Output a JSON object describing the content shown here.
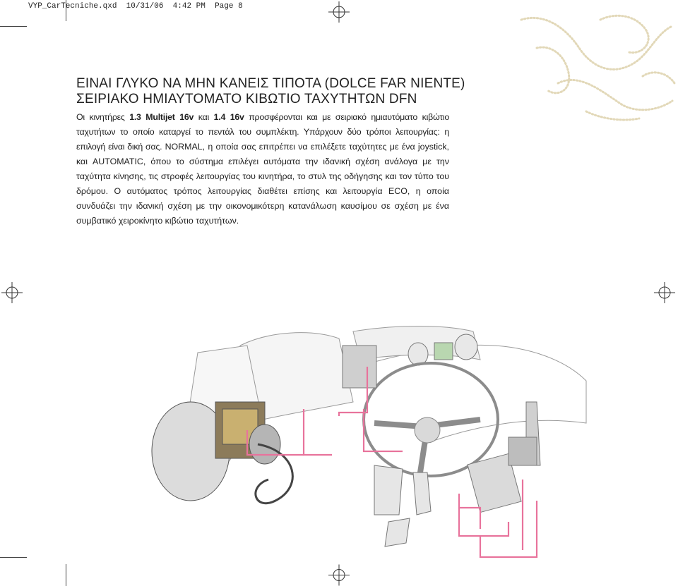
{
  "slug": {
    "file": "VYP_CarTecniche.qxd",
    "date": "10/31/06",
    "time": "4:42 PM",
    "page": "Page 8"
  },
  "heading": {
    "line1": "ΕΙΝΑΙ ΓΛΥΚΟ ΝΑ ΜΗΝ ΚΑΝΕΙΣ ΤΙΠΟΤΑ (DOLCE FAR NIENTE)",
    "line2": "ΣΕΙΡΙΑΚΟ ΗΜΙΑΥΤΟΜΑΤΟ ΚΙΒΩΤΙΟ ΤΑΧΥΤΗΤΩΝ DFN"
  },
  "body": {
    "p1_a": "Οι κινητήρες ",
    "p1_engine1": "1.3 Multijet 16v",
    "p1_b": " και ",
    "p1_engine2": "1.4 16v",
    "p1_c": " προσφέρονται και με σειριακό ημιαυτόματο κιβώτιο ταχυτήτων το οποίο καταργεί το πεντάλ του συμπλέκτη. Υπάρχουν δύο τρόποι λειτουργίας: η επιλογή είναι δική σας.",
    "p2": "NORMAL, η οποία σας επιτρέπει να επιλέξετε ταχύτητες με ένα joystick, και AUTOMATIC, όπου το σύστημα επιλέγει αυτόματα την ιδανική σχέση ανάλογα με την ταχύτητα κίνησης, τις στροφές λειτουργίας του κινητήρα, το στυλ της οδήγησης και τον τύπο του δρόμου. Ο αυτόματος τρόπος λειτουργίας διαθέτει επίσης και λειτουργία ECO, η οποία συνδυάζει την ιδανική σχέση με την οικονομικότερη κατανάλωση καυσίμου σε σχέση με ένα συμβατικό χειροκίνητο κιβώτιο ταχυτήτων."
  },
  "colors": {
    "wire": "#e8739c",
    "ornament": "#e4dcc0",
    "crop_marks": "#333333"
  },
  "icons": [
    "registration-mark",
    "dotted-floral-ornament",
    "car-cutaway-illustration"
  ]
}
